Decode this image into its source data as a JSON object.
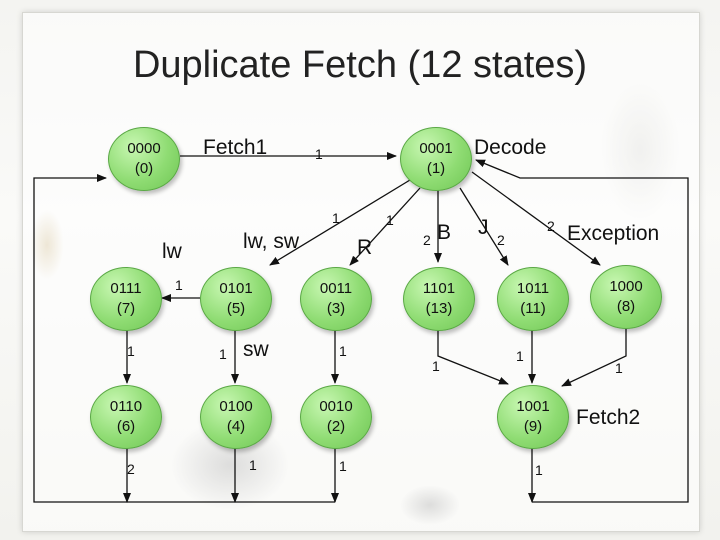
{
  "title": "Duplicate Fetch (12 states)",
  "states": {
    "s0": {
      "code": "0000",
      "num": "(0)"
    },
    "s1": {
      "code": "0001",
      "num": "(1)"
    },
    "s7": {
      "code": "0111",
      "num": "(7)"
    },
    "s5": {
      "code": "0101",
      "num": "(5)"
    },
    "s3": {
      "code": "0011",
      "num": "(3)"
    },
    "s13": {
      "code": "1101",
      "num": "(13)"
    },
    "s11": {
      "code": "1011",
      "num": "(11)"
    },
    "s8": {
      "code": "1000",
      "num": "(8)"
    },
    "s6": {
      "code": "0110",
      "num": "(6)"
    },
    "s4": {
      "code": "0100",
      "num": "(4)"
    },
    "s2": {
      "code": "0010",
      "num": "(2)"
    },
    "s9": {
      "code": "1001",
      "num": "(9)"
    }
  },
  "labels": {
    "fetch1": "Fetch1",
    "decode": "Decode",
    "fetch2": "Fetch2",
    "exception": "Exception",
    "lw": "lw",
    "lw_sw": "lw, sw",
    "sw": "sw",
    "r": "R",
    "b": "B",
    "j": "J",
    "one": "1",
    "two": "2"
  },
  "colors": {
    "state_fill": "#8fdc73",
    "state_border": "#5aa845",
    "arrow": "#111111"
  }
}
